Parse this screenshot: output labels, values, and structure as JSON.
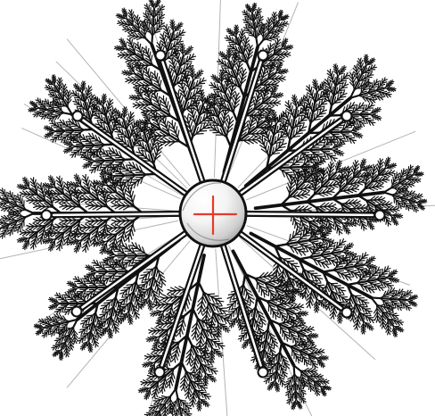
{
  "figure": {
    "title": "",
    "caption": "",
    "spoke_count": 10,
    "dendrite_count": 10,
    "guide_line_count": 20
  },
  "icons": {
    "center": "sphere-with-crosshair",
    "spoke_end": "hollow-circle-terminal",
    "branch": "tree-dendrite"
  },
  "colors": {
    "background": "#ffffff",
    "ink": "#111111",
    "guide": "#9a9a9a",
    "crosshair": "#e53a2a",
    "sphere_light": "#ffffff",
    "sphere_dark": "#a9a9a9"
  }
}
